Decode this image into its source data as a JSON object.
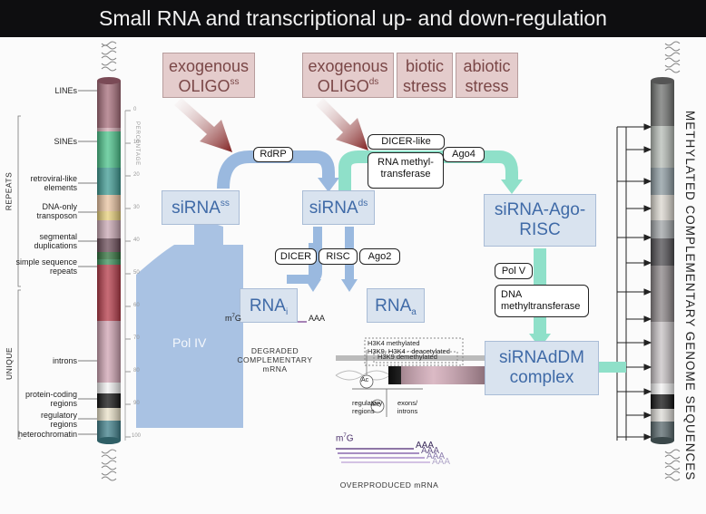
{
  "title": "Small RNA and transcriptional up- and down-regulation",
  "colors": {
    "blue_flow": "#9ab9df",
    "teal_flow": "#8fe0c9",
    "oligo_box": "#e4cccc",
    "node_box": "#d9e3ef",
    "arrow_red": "#8b2b2b"
  },
  "left_column": {
    "group_labels": {
      "repeats": "REPEATS",
      "unique": "UNIQUE"
    },
    "items": [
      "LINEs",
      "SINEs",
      "retroviral-like elements",
      "DNA-only transposon",
      "segmental duplications",
      "simple sequence repeats",
      "introns",
      "protein-coding regions",
      "regulatory regions",
      "heterochromatin"
    ],
    "scale_label": "PERCENTAGE",
    "scale_ticks": [
      "0",
      "10",
      "20",
      "30",
      "40",
      "50",
      "60",
      "70",
      "80",
      "90",
      "100"
    ]
  },
  "right_column": {
    "label": "METHYLATED COMPLEMENTARY GENOME SEQUENCES"
  },
  "inputs": {
    "exo_ss": {
      "line1": "exogenous",
      "line2": "OLIGO",
      "sup": "ss"
    },
    "exo_ds": {
      "line1": "exogenous",
      "line2": "OLIGO",
      "sup": "ds"
    },
    "biotic": {
      "line1": "biotic",
      "line2": "stress"
    },
    "abiotic": {
      "line1": "abiotic",
      "line2": "stress"
    }
  },
  "nodes": {
    "sirna_ss": {
      "main": "siRNA",
      "sup": "ss"
    },
    "sirna_ds": {
      "main": "siRNA",
      "sup": "ds"
    },
    "sirna_ago_risc": {
      "line1": "siRNA-Ago-",
      "line2": "RISC"
    },
    "rna_i": {
      "main": "RNA",
      "sub": "i"
    },
    "rna_a": {
      "main": "RNA",
      "sub": "a"
    },
    "siradm": {
      "line1": "siRNAdDM",
      "line2": "complex"
    },
    "pol_iv": "Pol IV"
  },
  "enzymes": {
    "rdrp": "RdRP",
    "dicer_like": "DICER-like",
    "ago4": "Ago4",
    "rna_methyltransferase": "RNA methyl-transferase",
    "dicer": "DICER",
    "risc": "RISC",
    "ago2": "Ago2",
    "pol_v": "Pol V",
    "dna_methyltransferase": "DNA methyltransferase"
  },
  "mrna": {
    "cap_m": "m",
    "cap_sup": "7",
    "cap_g": "G",
    "tail": "AAA",
    "degraded_caption": "DEGRADED COMPLEMENTARY mRNA",
    "overproduced_caption": "OVERPRODUCED mRNA"
  },
  "histone": {
    "h3k4_line1": "H3K4 methylated",
    "h3k4_line2": "H3K9, H3K4 - deacetylated",
    "h3k9_demethylated": "H3K9 demethylated",
    "ac": "Ac",
    "me": "Me",
    "regulatory_regions": "regulatory regions",
    "exons_introns": "exons/ introns"
  }
}
